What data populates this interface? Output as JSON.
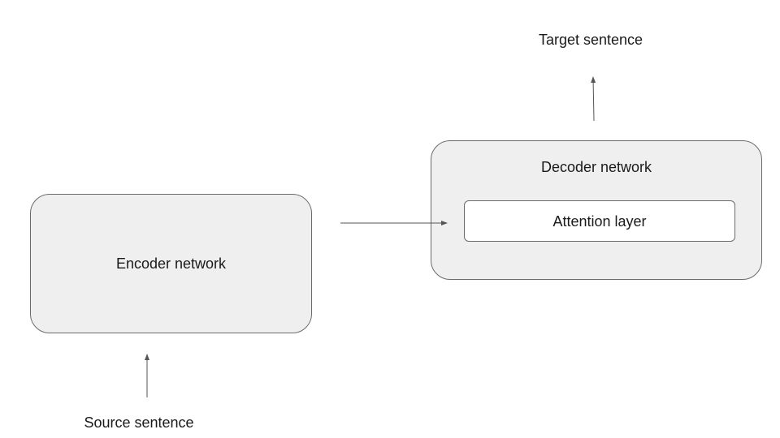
{
  "diagram": {
    "target_label": "Target sentence",
    "decoder_label": "Decoder network",
    "attention_label": "Attention layer",
    "encoder_label": "Encoder network",
    "source_label": "Source sentence"
  },
  "colors": {
    "box_fill": "#efefef",
    "inner_box_fill": "#ffffff",
    "border": "#6b6b6b",
    "arrow": "#555555",
    "text": "#1a1a1a"
  }
}
